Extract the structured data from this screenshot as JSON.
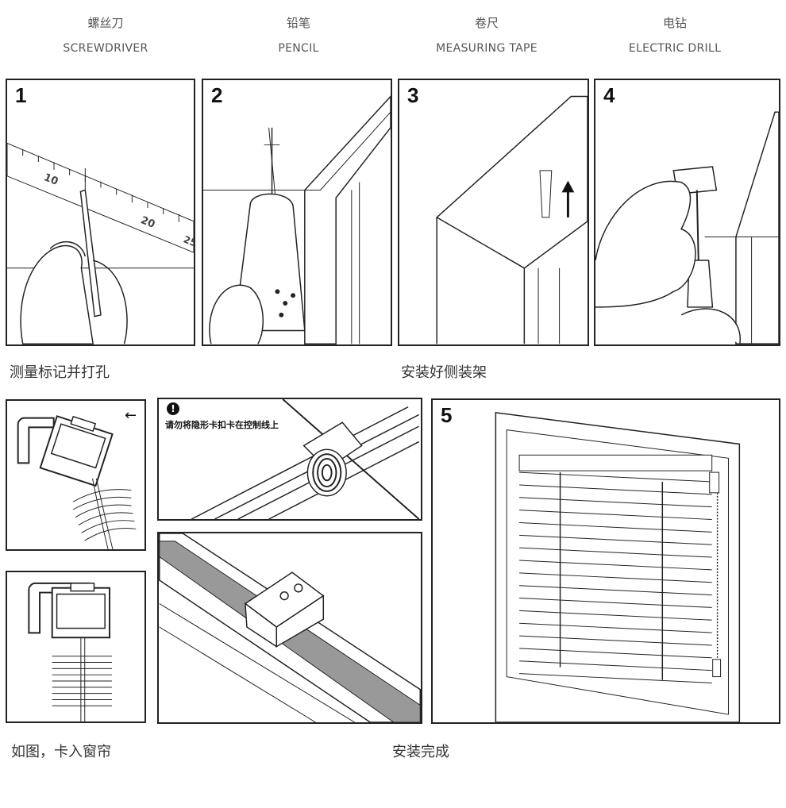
{
  "tools": [
    {
      "zh": "螺丝刀",
      "en": "SCREWDRIVER",
      "icon": "screwdriver-icon"
    },
    {
      "zh": "铅笔",
      "en": "PENCIL",
      "icon": "pencil-icon"
    },
    {
      "zh": "卷尺",
      "en": "MEASURING TAPE",
      "icon": "measuring-tape-icon"
    },
    {
      "zh": "电钻",
      "en": "ELECTRIC DRILL",
      "icon": "electric-drill-icon"
    }
  ],
  "steps": {
    "s1": "1",
    "s2": "2",
    "s3": "3",
    "s4": "4",
    "s5": "5"
  },
  "ruler": {
    "t10": "10",
    "t20": "20",
    "t25": "25"
  },
  "captions": {
    "measure": "测量标记并打孔",
    "bracket": "安装好侧装架",
    "insert": "如图，卡入窗帘",
    "done": "安装完成"
  },
  "warning": {
    "icon": "!",
    "text": "请勿将隐形卡扣卡在控制线上"
  },
  "colors": {
    "line": "#222222",
    "text": "#444444",
    "rail_fill": "#999999"
  }
}
